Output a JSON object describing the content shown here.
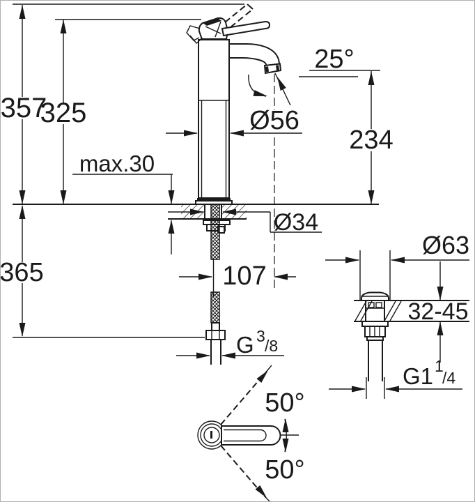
{
  "drawing": {
    "description": "faucet dimensional drawing",
    "colors": {
      "line": "#1a1a1a",
      "background": "#ffffff",
      "frame": "#b0b0b0"
    },
    "labels": {
      "dim_height_total": "357",
      "dim_height_body": "325",
      "dim_max_thickness": "max.30",
      "dim_spout_angle": "25°",
      "dim_spout_height": "234",
      "dim_body_diameter": "Ø56",
      "dim_hole_diameter": "Ø34",
      "dim_spout_reach": "107",
      "dim_hose_length": "365",
      "supply_thread_main": "G",
      "supply_thread_sup": "3",
      "supply_thread_den": "/8",
      "dim_drain_flange": "Ø63",
      "dim_deck_range": "32-45",
      "drain_thread_main": "G1",
      "drain_thread_sup": "1",
      "drain_thread_den": "/4",
      "dim_swivel_upper": "50°",
      "dim_swivel_lower": "50°"
    }
  }
}
